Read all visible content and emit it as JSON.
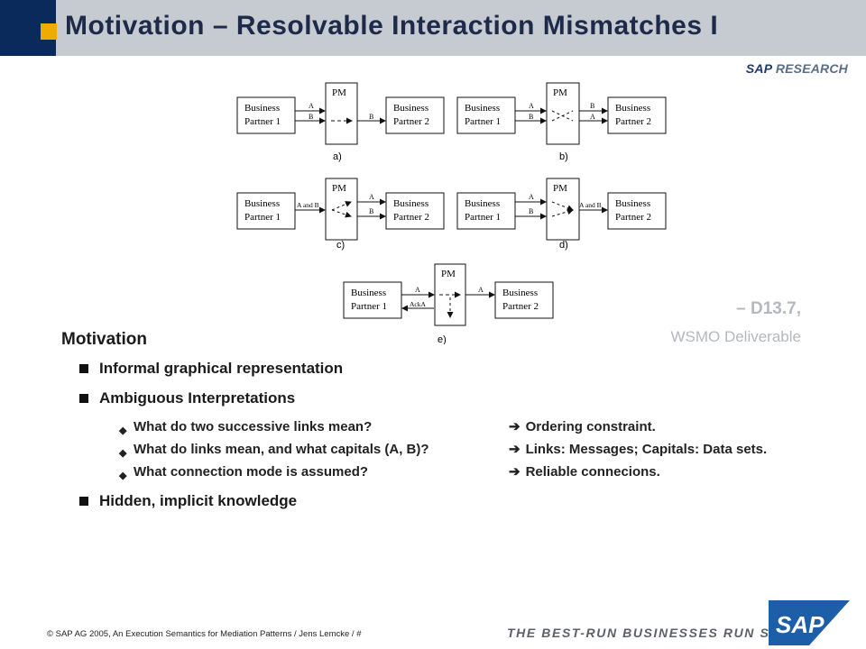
{
  "header": {
    "title": "Motivation – Resolvable Interaction Mismatches I",
    "brand_sap": "SAP",
    "brand_research": "RESEARCH"
  },
  "figure": {
    "pm": "PM",
    "bp1_line1": "Business",
    "bp1_line2": "Partner 1",
    "bp2_line1": "Business",
    "bp2_line2": "Partner 2",
    "msg_a": "A",
    "msg_b": "B",
    "msg_a_and_b": "A and B",
    "msg_acka": "AckA",
    "labels": [
      "a)",
      "b)",
      "c)",
      "d)",
      "e)"
    ]
  },
  "reference": {
    "line1": "– D13.7,",
    "line2": "WSMO Deliverable"
  },
  "content": {
    "section_title": "Motivation",
    "items": [
      {
        "text": "Informal graphical representation"
      },
      {
        "text": "Ambiguous Interpretations"
      },
      {
        "text": "Hidden, implicit knowledge"
      }
    ],
    "subitems": [
      {
        "question": "What do two successive links mean?",
        "answer": "Ordering constraint."
      },
      {
        "question": "What do links mean, and what capitals (A, B)?",
        "answer": "Links: Messages;  Capitals: Data sets."
      },
      {
        "question": "What connection mode is assumed?",
        "answer": "Reliable connecions."
      }
    ],
    "diamond_symbol": "◆",
    "arrow_symbol": "➔"
  },
  "footer": {
    "copyright": "©  SAP AG 2005, An Execution Semantics for Mediation Patterns / Jens Lemcke / #",
    "tagline": "THE BEST-RUN BUSINESSES RUN SAP",
    "logo_text": "SAP"
  },
  "colors": {
    "header_bg": "#c6cbd1",
    "header_navy": "#0a2a5c",
    "accent_yellow": "#f0ab00",
    "sap_logo_blue": "#1d5ea8"
  }
}
